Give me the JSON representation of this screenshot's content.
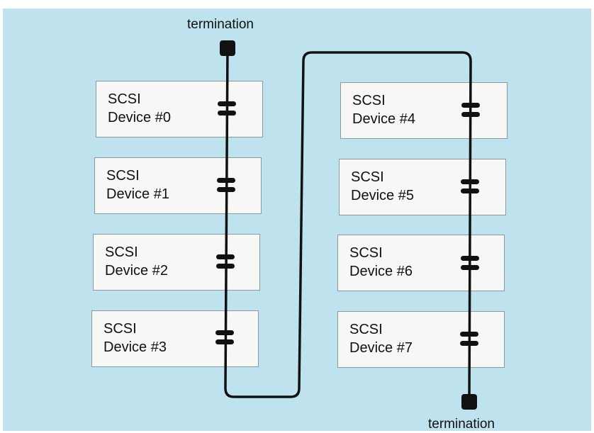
{
  "termination_top": "termination",
  "termination_bottom": "termination",
  "devices": [
    {
      "line1": "SCSI",
      "line2": "Device #0"
    },
    {
      "line1": "SCSI",
      "line2": "Device #1"
    },
    {
      "line1": "SCSI",
      "line2": "Device #2"
    },
    {
      "line1": "SCSI",
      "line2": "Device #3"
    },
    {
      "line1": "SCSI",
      "line2": "Device #4"
    },
    {
      "line1": "SCSI",
      "line2": "Device #5"
    },
    {
      "line1": "SCSI",
      "line2": "Device #6"
    },
    {
      "line1": "SCSI",
      "line2": "Device #7"
    }
  ],
  "colors": {
    "background": "#bfe3ee",
    "box": "#f7f7f5",
    "cable": "#111111"
  }
}
